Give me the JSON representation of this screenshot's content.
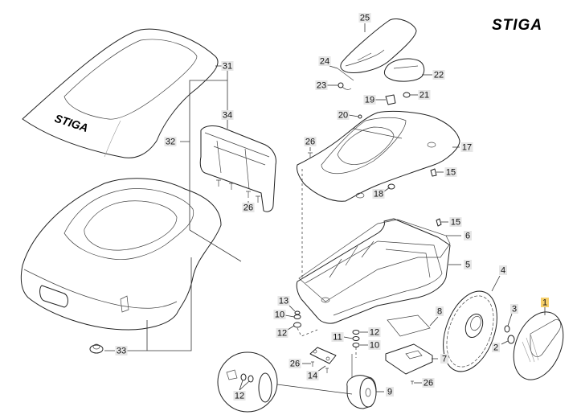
{
  "brand": {
    "logo_text": "STIGA",
    "cover_logo_text": "STIGA"
  },
  "highlight_color": "#f6cf6a",
  "callouts": [
    {
      "id": "c25",
      "label": "25"
    },
    {
      "id": "c24",
      "label": "24"
    },
    {
      "id": "c22",
      "label": "22"
    },
    {
      "id": "c23",
      "label": "23"
    },
    {
      "id": "c19",
      "label": "19"
    },
    {
      "id": "c21",
      "label": "21"
    },
    {
      "id": "c31",
      "label": "31"
    },
    {
      "id": "c34",
      "label": "34"
    },
    {
      "id": "c32",
      "label": "32"
    },
    {
      "id": "c20",
      "label": "20"
    },
    {
      "id": "c26a",
      "label": "26"
    },
    {
      "id": "c17",
      "label": "17"
    },
    {
      "id": "c15a",
      "label": "15"
    },
    {
      "id": "c18",
      "label": "18"
    },
    {
      "id": "c26b",
      "label": "26"
    },
    {
      "id": "c15b",
      "label": "15"
    },
    {
      "id": "c6",
      "label": "6"
    },
    {
      "id": "c5",
      "label": "5"
    },
    {
      "id": "c4",
      "label": "4"
    },
    {
      "id": "c1",
      "label": "1",
      "highlighted": true
    },
    {
      "id": "c13",
      "label": "13"
    },
    {
      "id": "c10a",
      "label": "10"
    },
    {
      "id": "c12a",
      "label": "12"
    },
    {
      "id": "c8",
      "label": "8"
    },
    {
      "id": "c3",
      "label": "3"
    },
    {
      "id": "c12b",
      "label": "12"
    },
    {
      "id": "c11",
      "label": "11"
    },
    {
      "id": "c10b",
      "label": "10"
    },
    {
      "id": "c2",
      "label": "2"
    },
    {
      "id": "c33",
      "label": "33"
    },
    {
      "id": "c7",
      "label": "7"
    },
    {
      "id": "c26c",
      "label": "26"
    },
    {
      "id": "c14",
      "label": "14"
    },
    {
      "id": "c26d",
      "label": "26"
    },
    {
      "id": "c12c",
      "label": "12"
    },
    {
      "id": "c9",
      "label": "9"
    }
  ]
}
